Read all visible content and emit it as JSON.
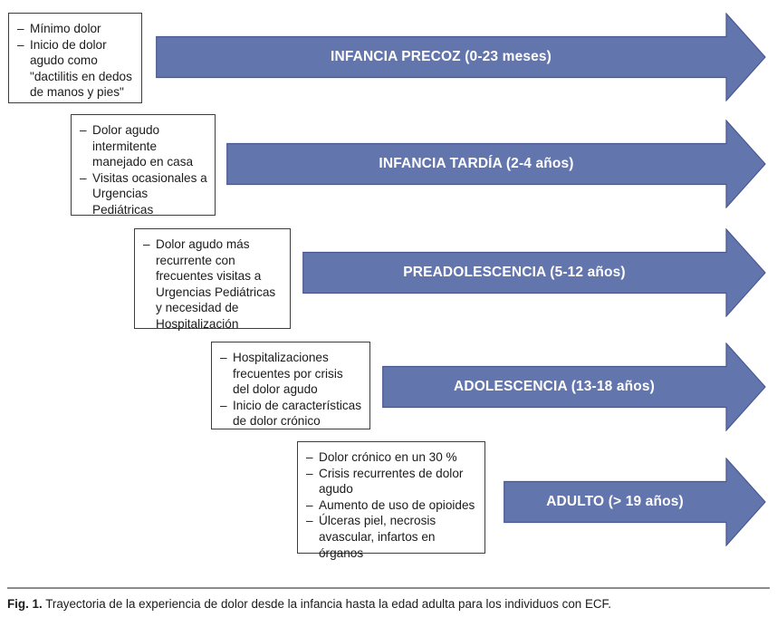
{
  "figure": {
    "caption_label": "Fig. 1.",
    "caption_text": "Trayectoria de la experiencia de dolor desde la infancia hasta la edad adulta para los individuos con ECF.",
    "arrow_color": "#6375ad",
    "arrow_border_color": "#3f4d7e",
    "box_border_color": "#3d3d3d",
    "label_color": "#ffffff"
  },
  "stages": [
    {
      "id": "infancia-precoz",
      "arrow_label": "INFANCIA PRECOZ (0-23 meses)",
      "bullets": [
        "Mínimo dolor",
        "Inicio de dolor agudo como \"dactilitis en dedos de manos y pies\""
      ]
    },
    {
      "id": "infancia-tardia",
      "arrow_label": "INFANCIA TARDÍA (2-4 años)",
      "bullets": [
        "Dolor agudo intermitente manejado en casa",
        "Visitas ocasionales a Urgencias Pediátricas"
      ]
    },
    {
      "id": "preadolescencia",
      "arrow_label": "PREADOLESCENCIA (5-12 años)",
      "bullets": [
        "Dolor agudo más recurrente con frecuentes visitas a Urgencias Pediátricas y necesidad de Hospitalización"
      ]
    },
    {
      "id": "adolescencia",
      "arrow_label": "ADOLESCENCIA (13-18 años)",
      "bullets": [
        "Hospitalizaciones frecuentes por crisis del dolor agudo",
        "Inicio de características de dolor crónico"
      ]
    },
    {
      "id": "adulto",
      "arrow_label": "ADULTO (> 19 años)",
      "bullets": [
        "Dolor crónico en un 30 %",
        "Crisis recurrentes de dolor agudo",
        "Aumento de uso de opioides",
        "Úlceras piel, necrosis avascular, infartos en órganos"
      ]
    }
  ]
}
